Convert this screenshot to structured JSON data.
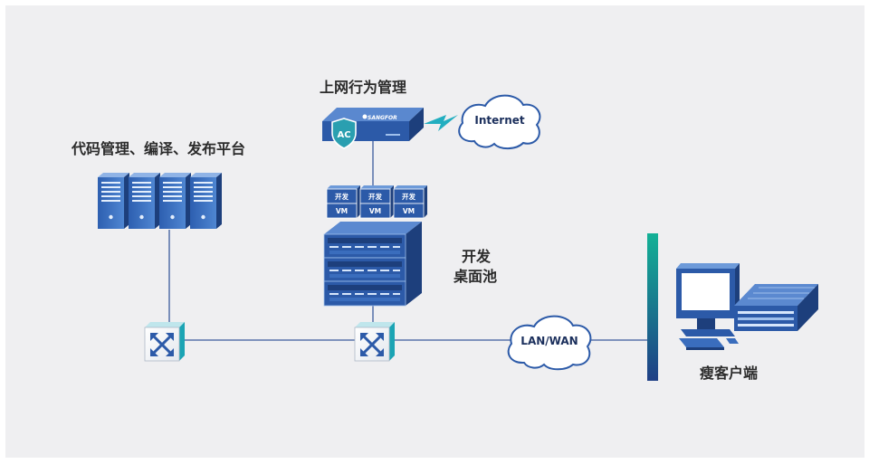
{
  "labels": {
    "behavior_mgmt": "上网行为管理",
    "code_platform": "代码管理、编译、发布平台",
    "desktop_pool_line1": "开发",
    "desktop_pool_line2": "桌面池",
    "thin_client": "瘦客户端"
  },
  "clouds": {
    "internet": "Internet",
    "lan_wan": "LAN/WAN"
  },
  "ac_device": {
    "badge": "AC",
    "brand": "SANGFOR"
  },
  "vms": [
    {
      "top": "开发",
      "bottom": "VM"
    },
    {
      "top": "开发",
      "bottom": "VM"
    },
    {
      "top": "开发",
      "bottom": "VM"
    }
  ],
  "colors": {
    "device_blue": "#2c5aa8",
    "device_dark": "#1d3f7c",
    "link_line": "#3b5b9c",
    "lightning": "#22aec0",
    "bar_top": "#13b196",
    "bar_bottom": "#1f3f86",
    "background": "#efeff1"
  }
}
